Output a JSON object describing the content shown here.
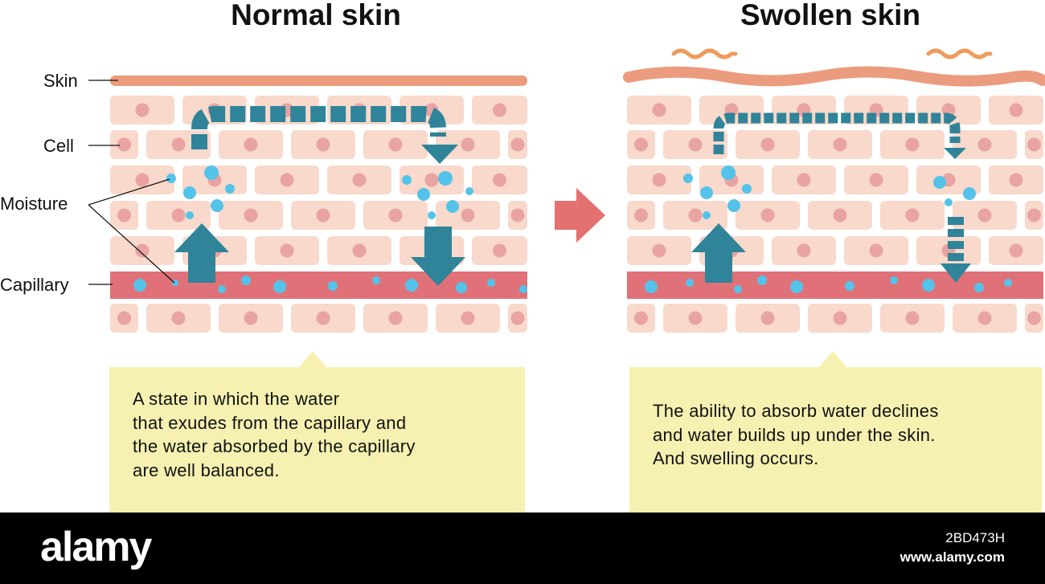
{
  "titles": {
    "left": "Normal skin",
    "right": "Swollen skin"
  },
  "labels": {
    "skin": "Skin",
    "cell": "Cell",
    "moisture": "Moisture",
    "capillary": "Capillary"
  },
  "captions": {
    "left": "A state in which the water\nthat exudes from the capillary and\nthe water absorbed by the capillary\nare well balanced.",
    "right": "The ability to absorb water declines\nand water builds up under the skin.\nAnd swelling occurs."
  },
  "footer": {
    "logo": "alamy",
    "image_id": "2BD473H",
    "url": "www.alamy.com"
  },
  "colors": {
    "cell": "#f8d9cb",
    "nucleus": "#e9a3a3",
    "skin": "#ec9c7e",
    "capillary": "#e07178",
    "arrow": "#2f8499",
    "water": "#54c3ea",
    "transition_arrow": "#e2716f",
    "callout": "#f6f1b1",
    "swelling_mark": "#ee9b5b"
  },
  "icons": {
    "transition": "right-arrow-icon",
    "swelling": "wavy-line-icon"
  }
}
